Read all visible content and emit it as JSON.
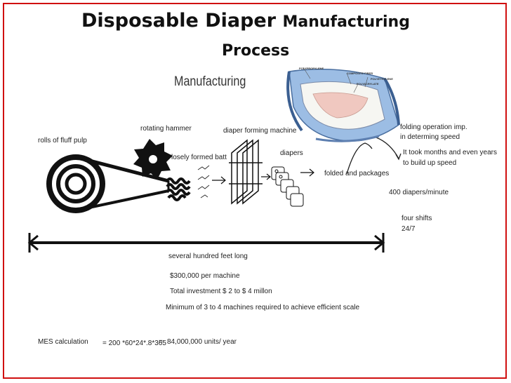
{
  "title": {
    "line1_bold": "Disposable Diaper",
    "line1_rest": "Manufacturing",
    "line2": "Process"
  },
  "heading": "Manufacturing",
  "labels": {
    "rolls": "rolls of fluff pulp",
    "hammer": "rotating hammer",
    "batt": "losely formed batt",
    "machine": "diaper forming machine",
    "diapers": "diapers",
    "folded": "folded and packages",
    "rate": "400 diapers/minute",
    "folding1": "folding operation imp.",
    "folding2": "in determing speed",
    "months1": "It took months and even years",
    "months2": "to build up speed",
    "shifts1": "four shifts",
    "shifts2": "24/7",
    "length": "several hundred feet long",
    "cost": "$300,000 per machine",
    "investment": "Total investment $ 2 to $ 4 millon",
    "minimum": "Minimum of 3 to 4 machines required to achieve efficient scale",
    "mes": "MES calculation",
    "formula": "= 200 *60*24*.8*365",
    "equals": "=",
    "result": "84,000,000 units/ year"
  },
  "diaper_parts": [
    "POLYPROPYLENE",
    "COMPOSITE FIBER",
    "POLYETHYLENE",
    "POLYACRYLATE"
  ],
  "colors": {
    "frame": "#d01010",
    "diaper_blue": "#7fa6d4",
    "ink": "#222222"
  }
}
